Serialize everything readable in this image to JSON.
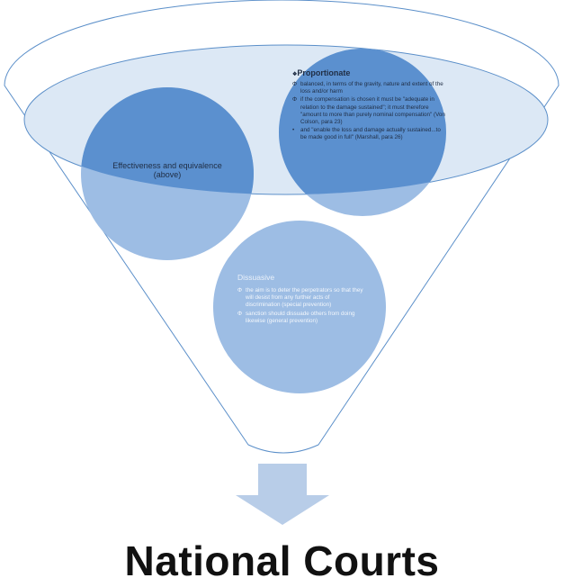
{
  "effectiveness": {
    "title": "Effectiveness and equivalence (above)"
  },
  "proportionate": {
    "marker": "❖",
    "title": "Proportionate",
    "items": [
      {
        "marker": "Φ",
        "text": "balanced, in terms of the gravity, nature and extent of the loss and/or harm"
      },
      {
        "marker": "Φ",
        "text": "if the compensation is chosen it must be \"adequate in relation to the damage sustained\"; it must therefore \"amount to more than purely nominal compensation\" (Von Colson, para 23)"
      },
      {
        "marker": "•",
        "text": "and \"enable the loss and damage actually sustained...to be made good in full\" (Marshall, para 26)"
      }
    ]
  },
  "dissuasive": {
    "title": "Dissuasive",
    "items": [
      {
        "marker": "Φ",
        "text": "the aim is to deter the perpetrators so that they will desist from any further acts of discrimination (special prevention)"
      },
      {
        "marker": "Φ",
        "text": "sanction should dissuade others from doing likewise (general prevention)"
      }
    ]
  },
  "bottom_label": "National Courts",
  "colors": {
    "funnel_outline": "#5b8fc9",
    "rim_fill": "#dce8f5",
    "circle_dark": "#5b90cf",
    "circle_light": "#9dbde4",
    "arrow": "#b8cde8"
  }
}
